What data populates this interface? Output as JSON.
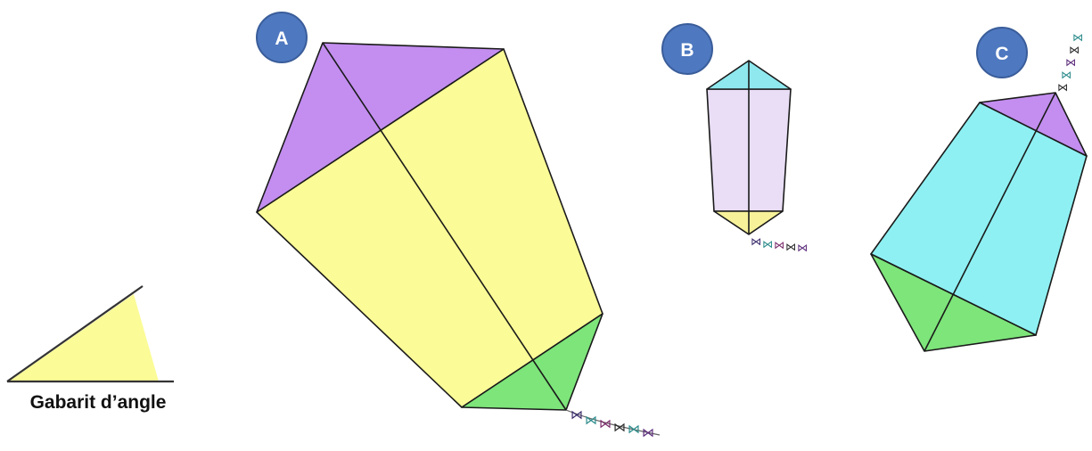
{
  "caption": "Gabarit d’angle",
  "kites": [
    {
      "label": "A",
      "top_color": "#c38ef0",
      "body_color": "#fbfb97",
      "tail_color": "#7de57a"
    },
    {
      "label": "B",
      "top_color": "#8ee8ee",
      "body_color": "#e9def6",
      "tail_color": "#f7f29a"
    },
    {
      "label": "C",
      "top_color": "#c38ef0",
      "body_color": "#8ef0f2",
      "tail_color": "#7de57a"
    }
  ],
  "colors": {
    "badge_fill": "#4e78c0",
    "badge_stroke": "#3a5d9a",
    "template_fill": "#fbfb97"
  }
}
